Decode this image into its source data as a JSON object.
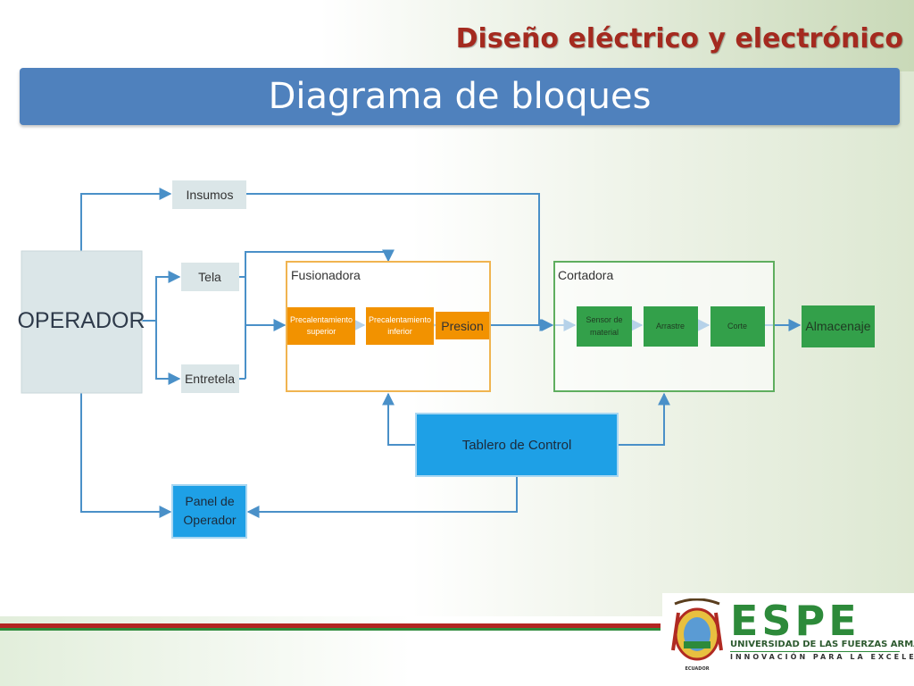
{
  "slide": {
    "section_title": "Diseño eléctrico y electrónico",
    "title": "Diagrama de bloques"
  },
  "diagram": {
    "nodes": {
      "operador": "OPERADOR",
      "insumos": "Insumos",
      "tela": "Tela",
      "entretela": "Entretela",
      "fusionadora": "Fusionadora",
      "precal_sup": [
        "Precalentamiento",
        "superior"
      ],
      "precal_inf": [
        "Precalentamiento",
        "inferior"
      ],
      "presion": "Presion",
      "cortadora": "Cortadora",
      "sensor": [
        "Sensor de",
        "material"
      ],
      "arrastre": "Arrastre",
      "corte": "Corte",
      "almacenaje": "Almacenaje",
      "tablero": "Tablero de Control",
      "panel": [
        "Panel de",
        "Operador"
      ]
    }
  },
  "logo": {
    "wordmark": "ESPE",
    "university": "UNIVERSIDAD DE LAS FUERZAS ARMADAS",
    "motto": "INNOVACIÓN PARA LA EXCELENCIA",
    "seal_text": "ECUADOR"
  },
  "colors": {
    "title_bar": "#4f81bd",
    "section_title": "#a42a1f",
    "arrow": "#4a90c8",
    "orange_block": "#f29200",
    "green_block": "#33a04a",
    "control_block": "#1ea0e6",
    "gray_block": "#dbe6e8"
  }
}
